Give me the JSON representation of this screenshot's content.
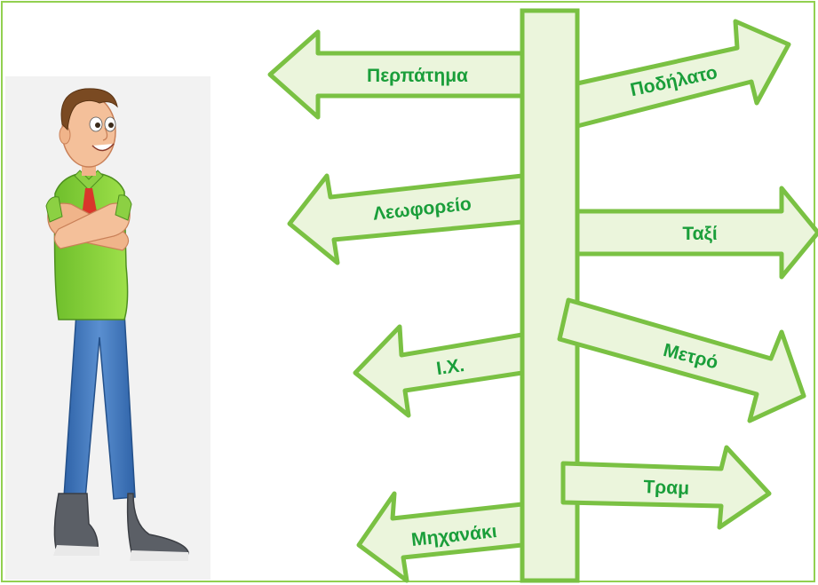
{
  "colors": {
    "outline": "#7ac143",
    "fill": "#ebf5dc",
    "label": "#1a9e3a",
    "frame": "#92d050"
  },
  "signpost": {
    "signs": [
      {
        "id": "walking",
        "label": "Περπάτημα",
        "direction": "left"
      },
      {
        "id": "bicycle",
        "label": "Ποδήλατο",
        "direction": "right"
      },
      {
        "id": "bus",
        "label": "Λεωφορείο",
        "direction": "left"
      },
      {
        "id": "taxi",
        "label": "Ταξί",
        "direction": "right"
      },
      {
        "id": "car",
        "label": "Ι.Χ.",
        "direction": "left"
      },
      {
        "id": "metro",
        "label": "Μετρό",
        "direction": "right"
      },
      {
        "id": "motorbike",
        "label": "Μηχανάκι",
        "direction": "left"
      },
      {
        "id": "tram",
        "label": "Τραμ",
        "direction": "right"
      }
    ]
  },
  "person": {
    "icon": "cartoon-man-arms-crossed"
  }
}
